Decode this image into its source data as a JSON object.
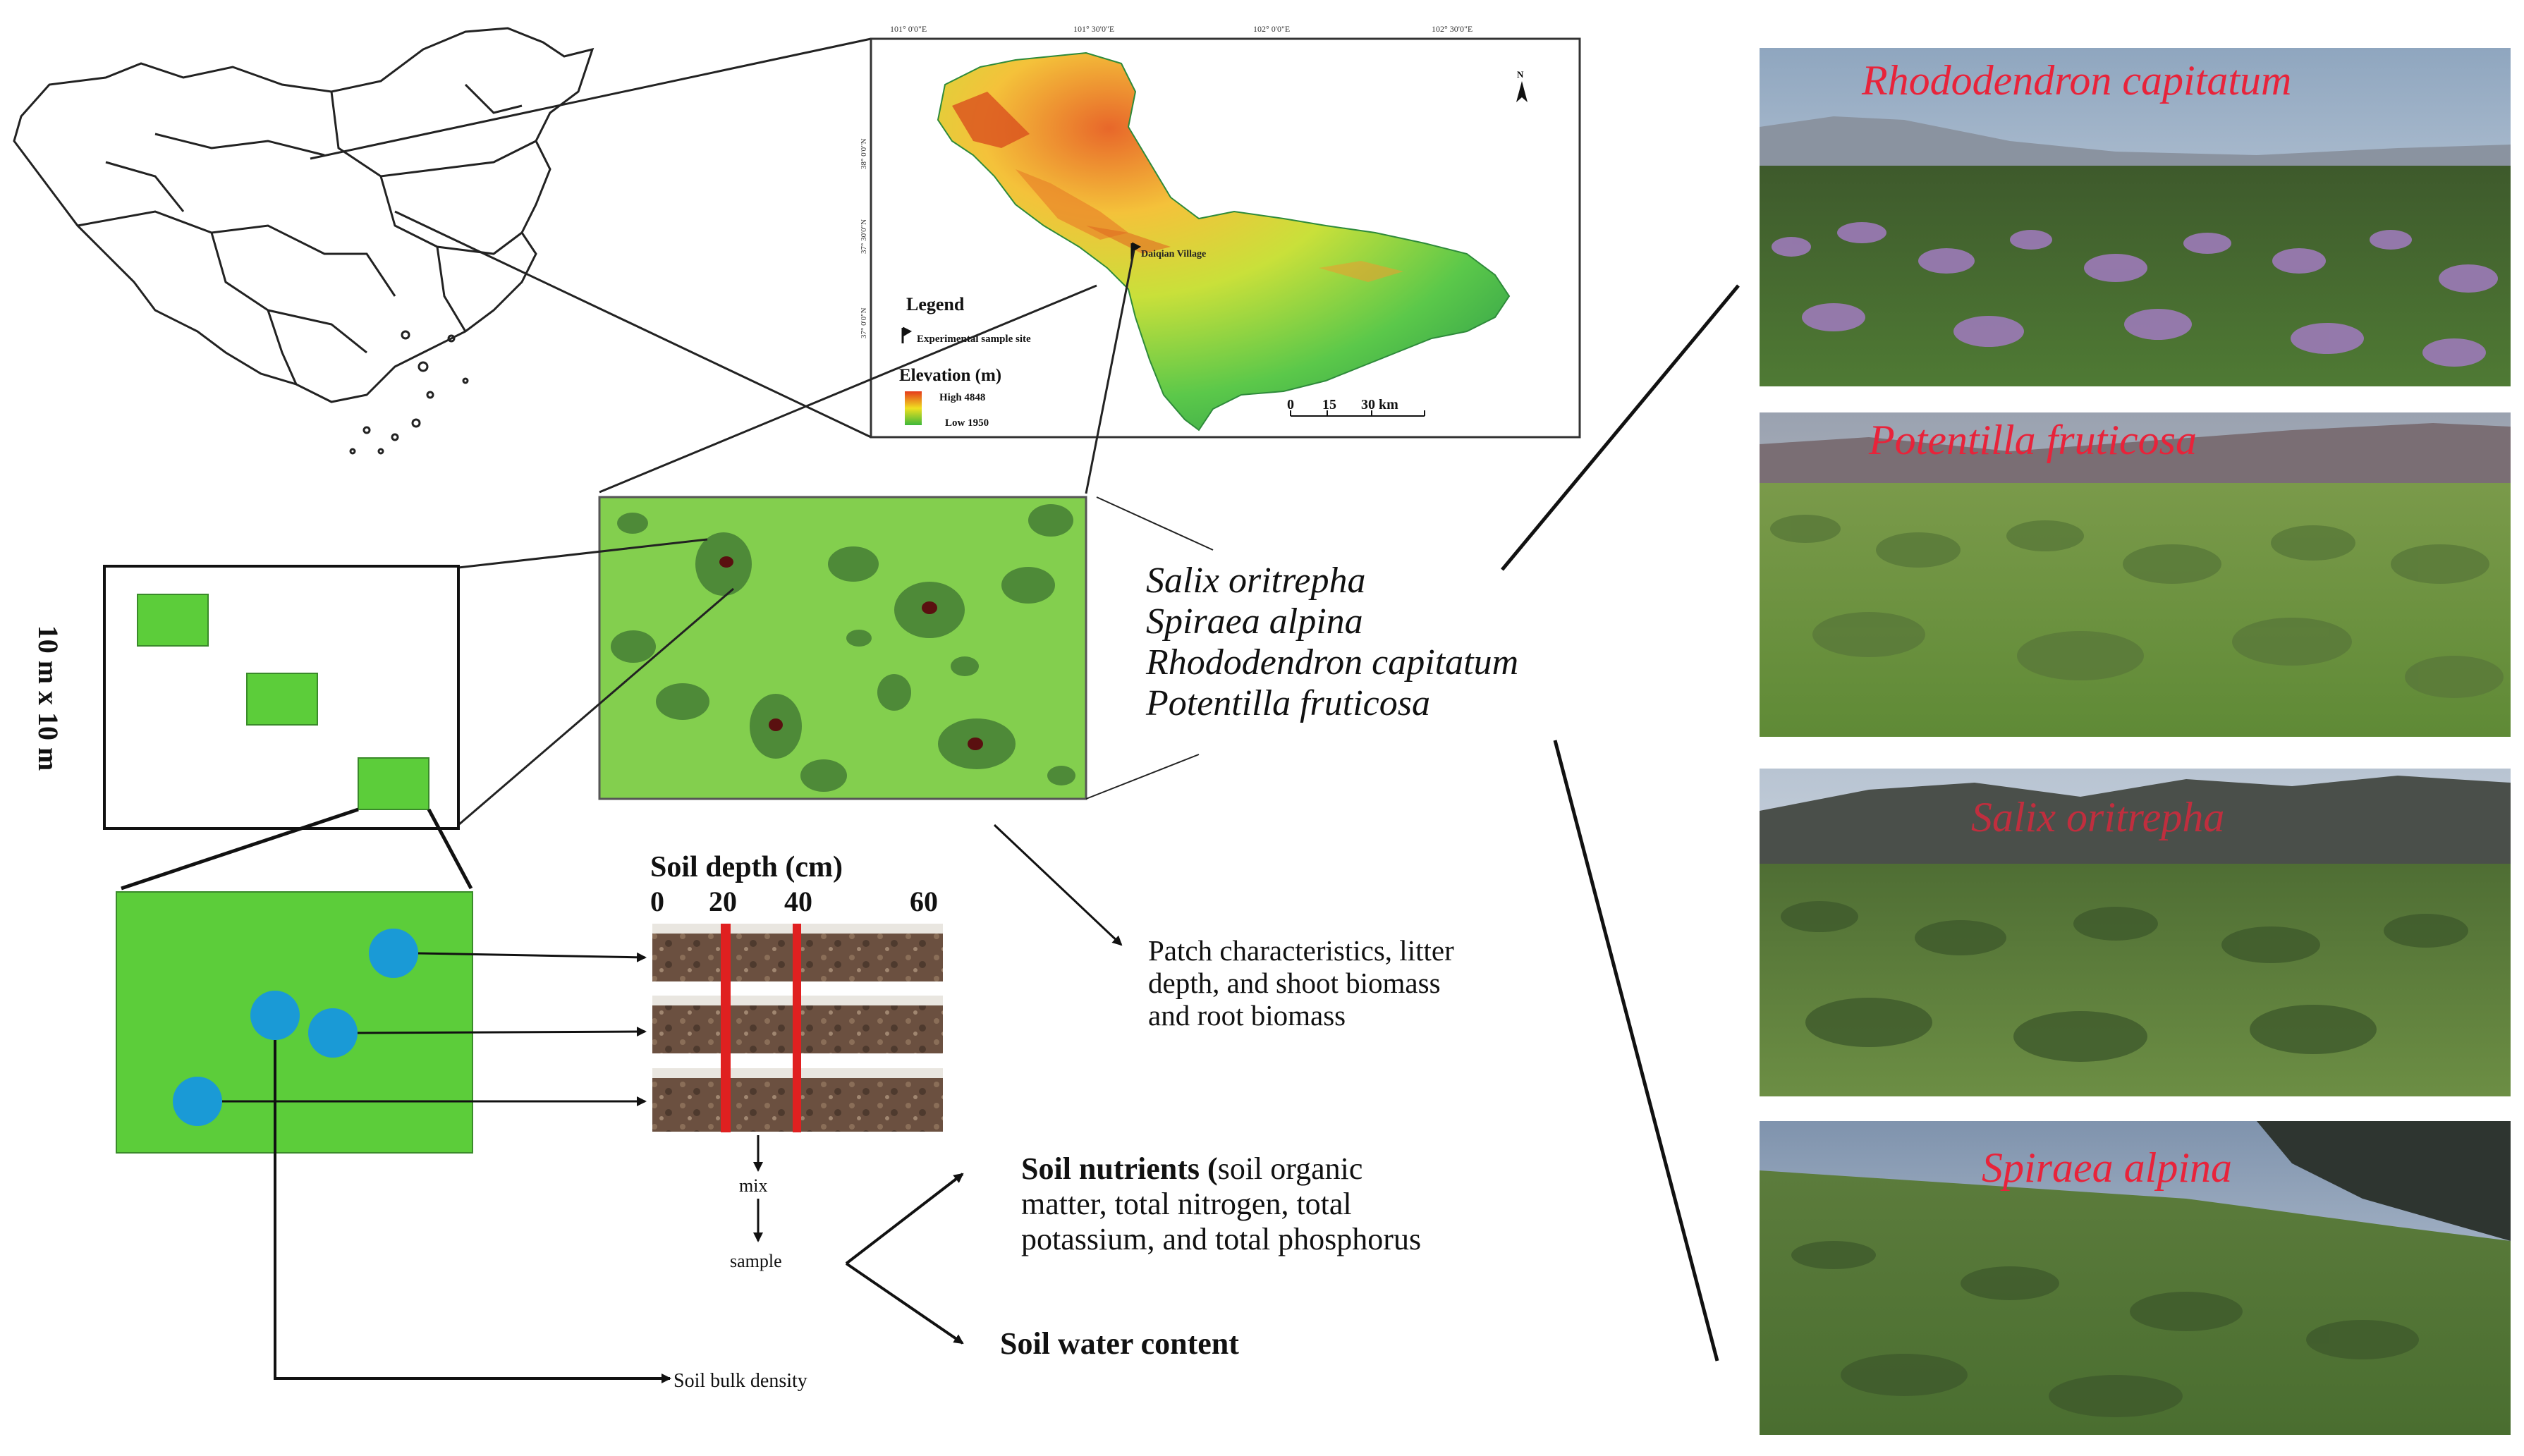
{
  "map": {
    "lon_ticks": [
      "101° 0'0\"E",
      "101° 30'0\"E",
      "102° 0'0\"E",
      "102° 30'0\"E"
    ],
    "lat_ticks": [
      "38° 0'0\"N",
      "37° 30'0\"N",
      "37° 0'0\"N"
    ],
    "north": "N",
    "village": "Daiqian Village",
    "legend_title": "Legend",
    "legend_site": "Experimental sample site",
    "elevation_title": "Elevation (m)",
    "elevation_high": "High 4848",
    "elevation_low": "Low 1950",
    "scale_labels": [
      "0",
      "15",
      "30 km"
    ]
  },
  "plot": {
    "size_label": "10 m x 10 m"
  },
  "species": [
    "Salix oritrepha",
    "Spiraea alpina",
    "Rhododendron capitatum",
    "Potentilla fruticosa"
  ],
  "soil": {
    "depth_title": "Soil depth (cm)",
    "depth_ticks": [
      "0",
      "20",
      "40",
      "60"
    ],
    "mix": "mix",
    "sample": "sample",
    "bulk_density": "Soil bulk density"
  },
  "outputs": {
    "patch": [
      "Patch characteristics, litter",
      "depth, and shoot biomass",
      "and root biomass"
    ],
    "nutrients_bold": "Soil nutrients (",
    "nutrients": [
      "soil organic",
      "matter, total nitrogen, total",
      "potassium, and total phosphorus"
    ],
    "water": "Soil water content"
  },
  "photos": [
    {
      "label": "Rhododendron capitatum"
    },
    {
      "label": "Potentilla fruticosa"
    },
    {
      "label": "Salix oritrepha"
    },
    {
      "label": "Spiraea alpina"
    }
  ],
  "colors": {
    "plot_green": "#83cf4e",
    "patch_dark": "#4e8a38",
    "quadrat_green": "#5ccd3a",
    "core_blue": "#1a9ad6",
    "label_red": "#e8233a",
    "core_band": "#e02020"
  }
}
